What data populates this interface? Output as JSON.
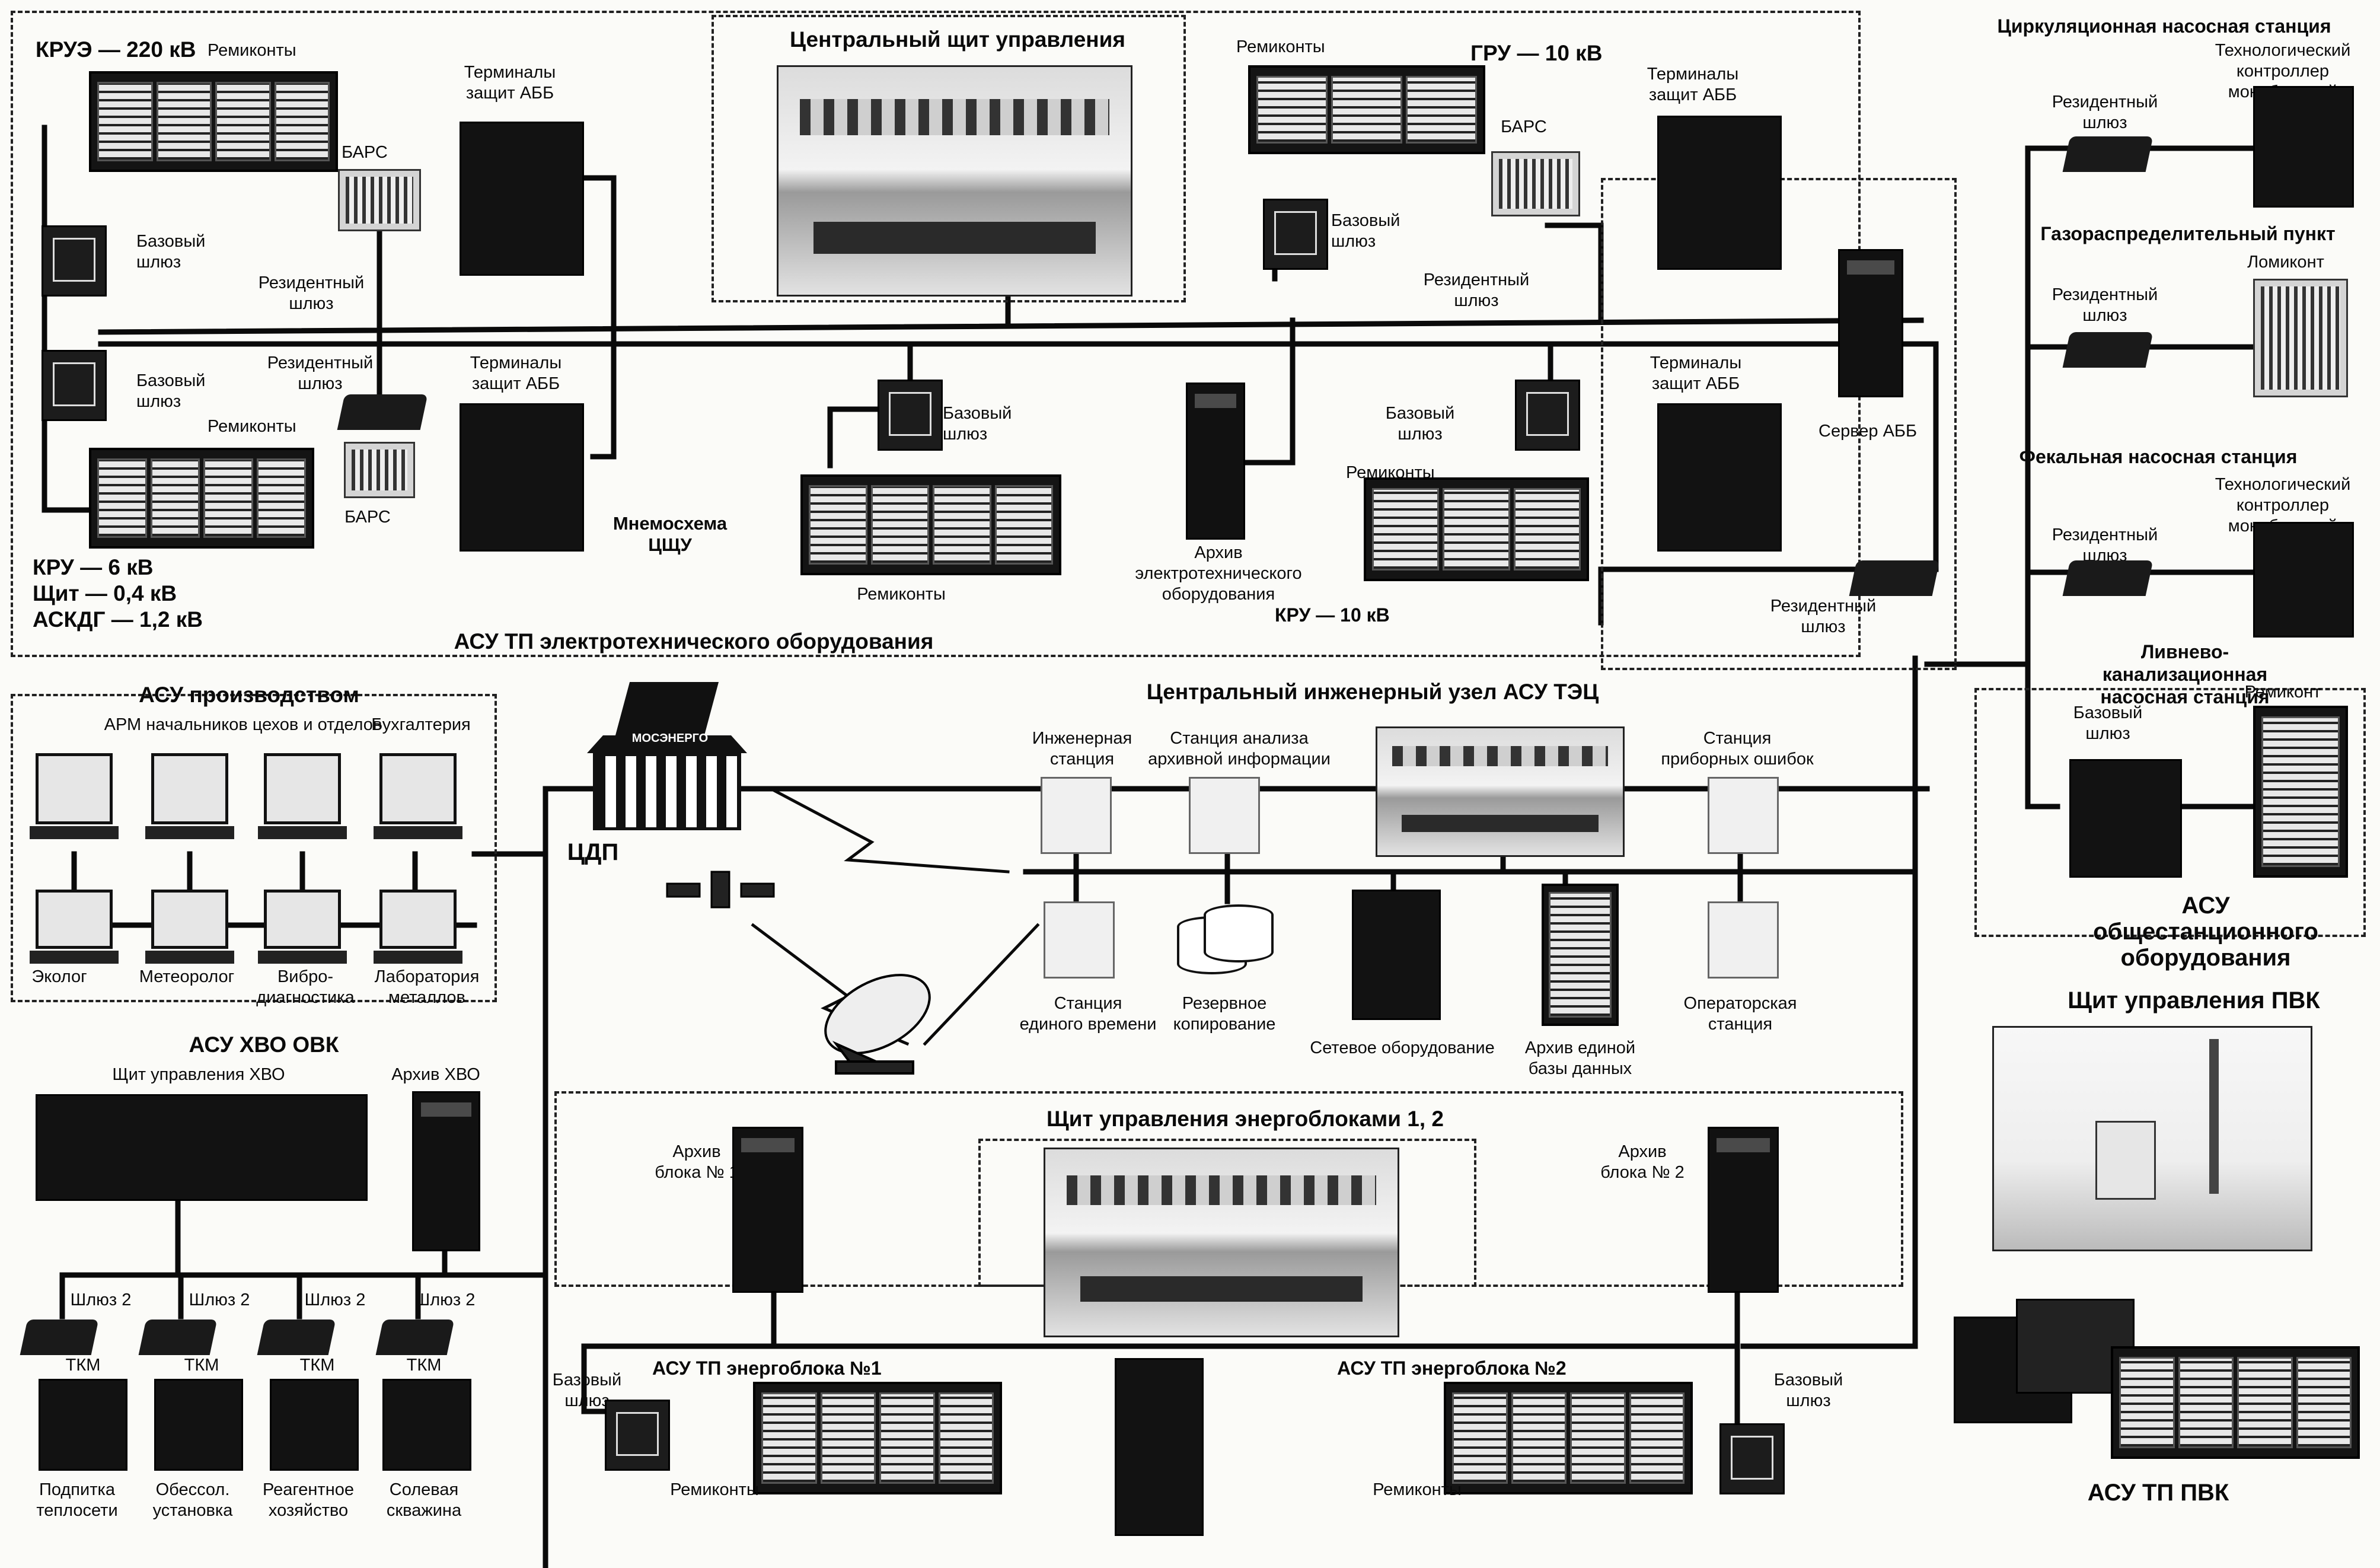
{
  "colors": {
    "ink": "#0a0a0a",
    "paper": "#fbfbf8",
    "equipment": "#141414"
  },
  "tl": {
    "kruz": "КРУЭ — 220 кВ",
    "remikonty_1": "Ремиконты",
    "terminaly_1": "Терминалы\nзащит АББ",
    "bars_1": "БАРС",
    "bazovy_1": "Базовый\nшлюз",
    "rezident_1": "Резидентный\nшлюз",
    "bazovy_2": "Базовый\nшлюз",
    "rezident_2": "Резидентный\nшлюз",
    "terminaly_2": "Терминалы\nзащит АББ",
    "remikonty_2": "Ремиконты",
    "bars_2": "БАРС",
    "kru6": "КРУ — 6 кВ\nЩит — 0,4 кВ\nАСКДГ — 1,2 кВ"
  },
  "center_top": {
    "title": "Центральный щит управления",
    "bazovy": "Базовый\nшлюз",
    "mnemo": "Мнемосхема\nЦЩУ",
    "remikonty": "Ремиконты",
    "arhiv": "Архив\nэлектротехнического\nоборудования"
  },
  "tr": {
    "remikonty_1": "Ремиконты",
    "gru": "ГРУ — 10 кВ",
    "bars": "БАРС",
    "terminaly_1": "Терминалы\nзащит АББ",
    "bazovy_1": "Базовый\nшлюз",
    "rezident_1": "Резидентный\nшлюз",
    "terminaly_2": "Терминалы\nзащит АББ",
    "server": "Сервер АББ",
    "bazovy_2": "Базовый\nшлюз",
    "remikonty_2": "Ремиконты",
    "kru10": "КРУ — 10 кВ",
    "rezident_2": "Резидентный\nшлюз"
  },
  "region_electro": "АСУ ТП электротехнического оборудования",
  "right": {
    "cirk_title": "Циркуляционная насосная станция",
    "cirk_ctrl": "Технологический\nконтроллер моноблочный",
    "cirk_rez": "Резидентный\nшлюз",
    "gas_title": "Газораспределительный пункт",
    "gas_ctrl": "Ломиконт",
    "gas_rez": "Резидентный\nшлюз",
    "fek_title": "Фекальная насосная станция",
    "fek_ctrl": "Технологический\nконтроллер моноблочный",
    "fek_rez": "Резидентный\nшлюз",
    "liv_title": "Ливнево-канализационная\nнасосная станция",
    "liv_bazovy": "Базовый\nшлюз",
    "liv_remikont": "Ремиконт",
    "asu_obsh": "АСУ\nобщестанционного\nоборудования",
    "pvk_title": "Щит управления ПВК",
    "pvk_asu": "АСУ ТП ПВК"
  },
  "production": {
    "title": "АСУ производством",
    "arm": "АРМ начальников цехов и отделов",
    "buh": "Бухгалтерия",
    "items": [
      "Эколог",
      "Метеоролог",
      "Вибро-\nдиагностика",
      "Лаборатория\nметаллов"
    ]
  },
  "hvo": {
    "title": "АСУ ХВО ОВК",
    "shchit": "Щит управления ХВО",
    "arhiv": "Архив ХВО",
    "gateways": [
      "Шлюз 2",
      "Шлюз 2",
      "Шлюз 2",
      "Шлюз 2"
    ],
    "tkm": [
      "ТКМ",
      "ТКМ",
      "ТКМ",
      "ТКМ"
    ],
    "bottom": [
      "Подпитка\nтеплосети",
      "Обессол.\nустановка",
      "Реагентное\nхозяйство",
      "Солевая\nскважина"
    ]
  },
  "cdp": {
    "logo": "МОСЭНЕРГО",
    "label": "ЦДП"
  },
  "central": {
    "title": "Центральный инженерный узел АСУ ТЭЦ",
    "inzh": "Инженерная\nстанция",
    "analiz": "Станция анализа\nархивной информации",
    "oshibok": "Станция\nприборных ошибок",
    "vremya": "Станция\nединого времени",
    "rezerv": "Резервное\nкопирование",
    "setevoe": "Сетевое оборудование",
    "arhiv_db": "Архив единой\nбазы данных",
    "operator": "Операторская\nстанция"
  },
  "units": {
    "title": "Щит управления энергоблоками 1, 2",
    "arhiv1": "Архив\nблока № 1",
    "arhiv2": "Архив\nблока № 2",
    "bazovy1": "Базовый\nшлюз",
    "bazovy2": "Базовый\nшлюз",
    "asu1": "АСУ ТП энергоблока №1",
    "asu2": "АСУ ТП энергоблока №2",
    "remikonty1": "Ремиконты",
    "remikonty2": "Ремиконты"
  }
}
